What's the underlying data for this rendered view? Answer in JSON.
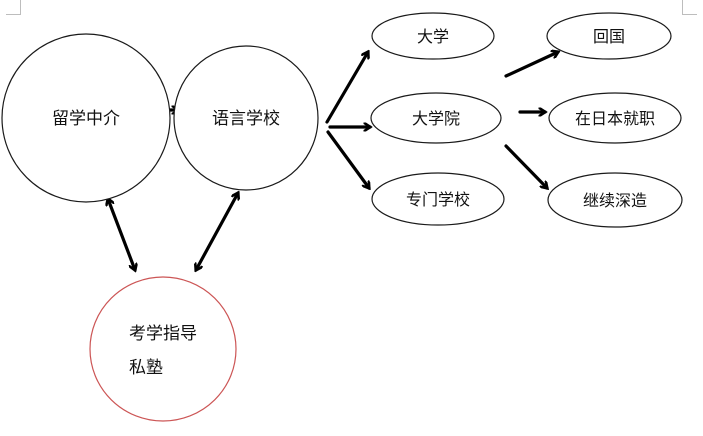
{
  "diagram": {
    "nodes": [
      {
        "id": "agency",
        "label": "留学中介",
        "shape": "circle"
      },
      {
        "id": "language_school",
        "label": "语言学校",
        "shape": "circle"
      },
      {
        "id": "university",
        "label": "大学",
        "shape": "ellipse"
      },
      {
        "id": "graduate_school",
        "label": "大学院",
        "shape": "ellipse"
      },
      {
        "id": "vocational_school",
        "label": "专门学校",
        "shape": "ellipse"
      },
      {
        "id": "return_home",
        "label": "回国",
        "shape": "ellipse"
      },
      {
        "id": "work_in_japan",
        "label": "在日本就职",
        "shape": "ellipse"
      },
      {
        "id": "further_study",
        "label": "继续深造",
        "shape": "ellipse"
      },
      {
        "id": "cram_school",
        "label_lines": [
          "考学指导",
          "私塾"
        ],
        "shape": "circle",
        "highlight": true
      }
    ],
    "edges": [
      {
        "from": "agency",
        "to": "language_school",
        "direction": "forward"
      },
      {
        "from": "language_school",
        "to": "university",
        "direction": "forward"
      },
      {
        "from": "language_school",
        "to": "graduate_school",
        "direction": "forward"
      },
      {
        "from": "language_school",
        "to": "vocational_school",
        "direction": "forward"
      },
      {
        "from": "graduate_school",
        "to": "return_home",
        "direction": "forward"
      },
      {
        "from": "graduate_school",
        "to": "work_in_japan",
        "direction": "forward"
      },
      {
        "from": "graduate_school",
        "to": "further_study",
        "direction": "forward"
      },
      {
        "from": "agency",
        "to": "cram_school",
        "direction": "both"
      },
      {
        "from": "language_school",
        "to": "cram_school",
        "direction": "both"
      }
    ]
  },
  "colors": {
    "node_border": "#1a1a1a",
    "highlight_border": "#cc5555",
    "arrow": "#000000",
    "text": "#111111"
  }
}
